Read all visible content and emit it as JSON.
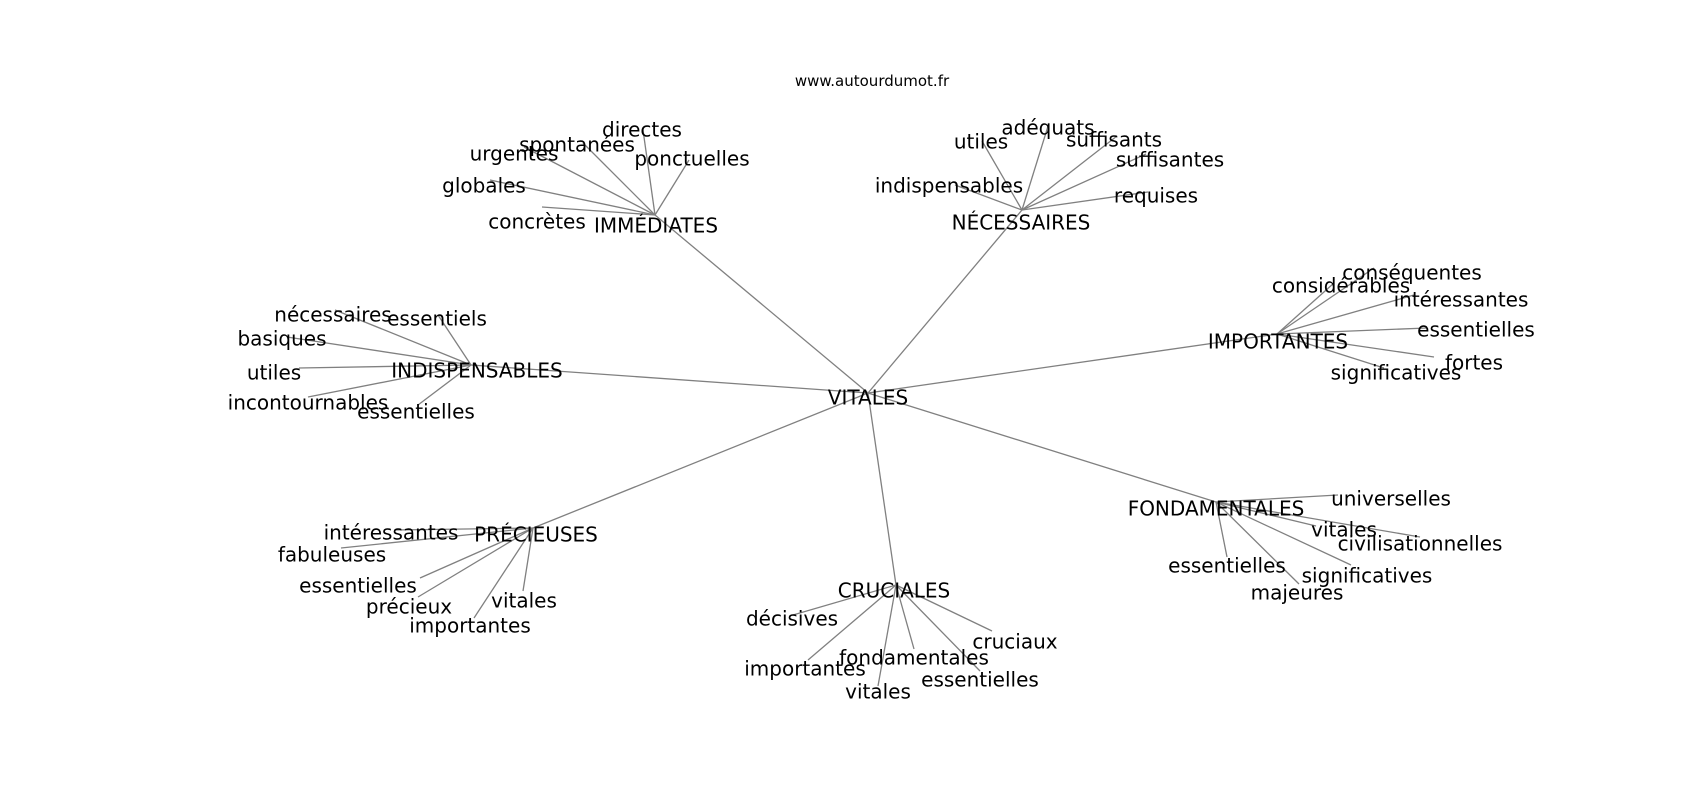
{
  "site": "www.autourdumot.fr",
  "root": "VITALES",
  "groups": [
    {
      "label": "IMMÉDIATES",
      "children": [
        "directes",
        "spontanées",
        "urgentes",
        "ponctuelles",
        "globales",
        "concrètes"
      ]
    },
    {
      "label": "NÉCESSAIRES",
      "children": [
        "adéquats",
        "utiles",
        "suffisants",
        "suffisantes",
        "indispensables",
        "requises"
      ]
    },
    {
      "label": "IMPORTANTES",
      "children": [
        "conséquentes",
        "considérables",
        "intéressantes",
        "essentielles",
        "fortes",
        "significatives"
      ]
    },
    {
      "label": "INDISPENSABLES",
      "children": [
        "nécessaires",
        "essentiels",
        "basiques",
        "utiles",
        "incontournables",
        "essentielles"
      ]
    },
    {
      "label": "FONDAMENTALES",
      "children": [
        "universelles",
        "vitales",
        "civilisationnelles",
        "essentielles",
        "significatives",
        "majeures"
      ]
    },
    {
      "label": "PRÉCIEUSES",
      "children": [
        "intéressantes",
        "fabuleuses",
        "essentielles",
        "précieux",
        "vitales",
        "importantes"
      ]
    },
    {
      "label": "CRUCIALES",
      "children": [
        "décisives",
        "cruciaux",
        "fondamentales",
        "importantes",
        "essentielles",
        "vitales"
      ]
    }
  ]
}
